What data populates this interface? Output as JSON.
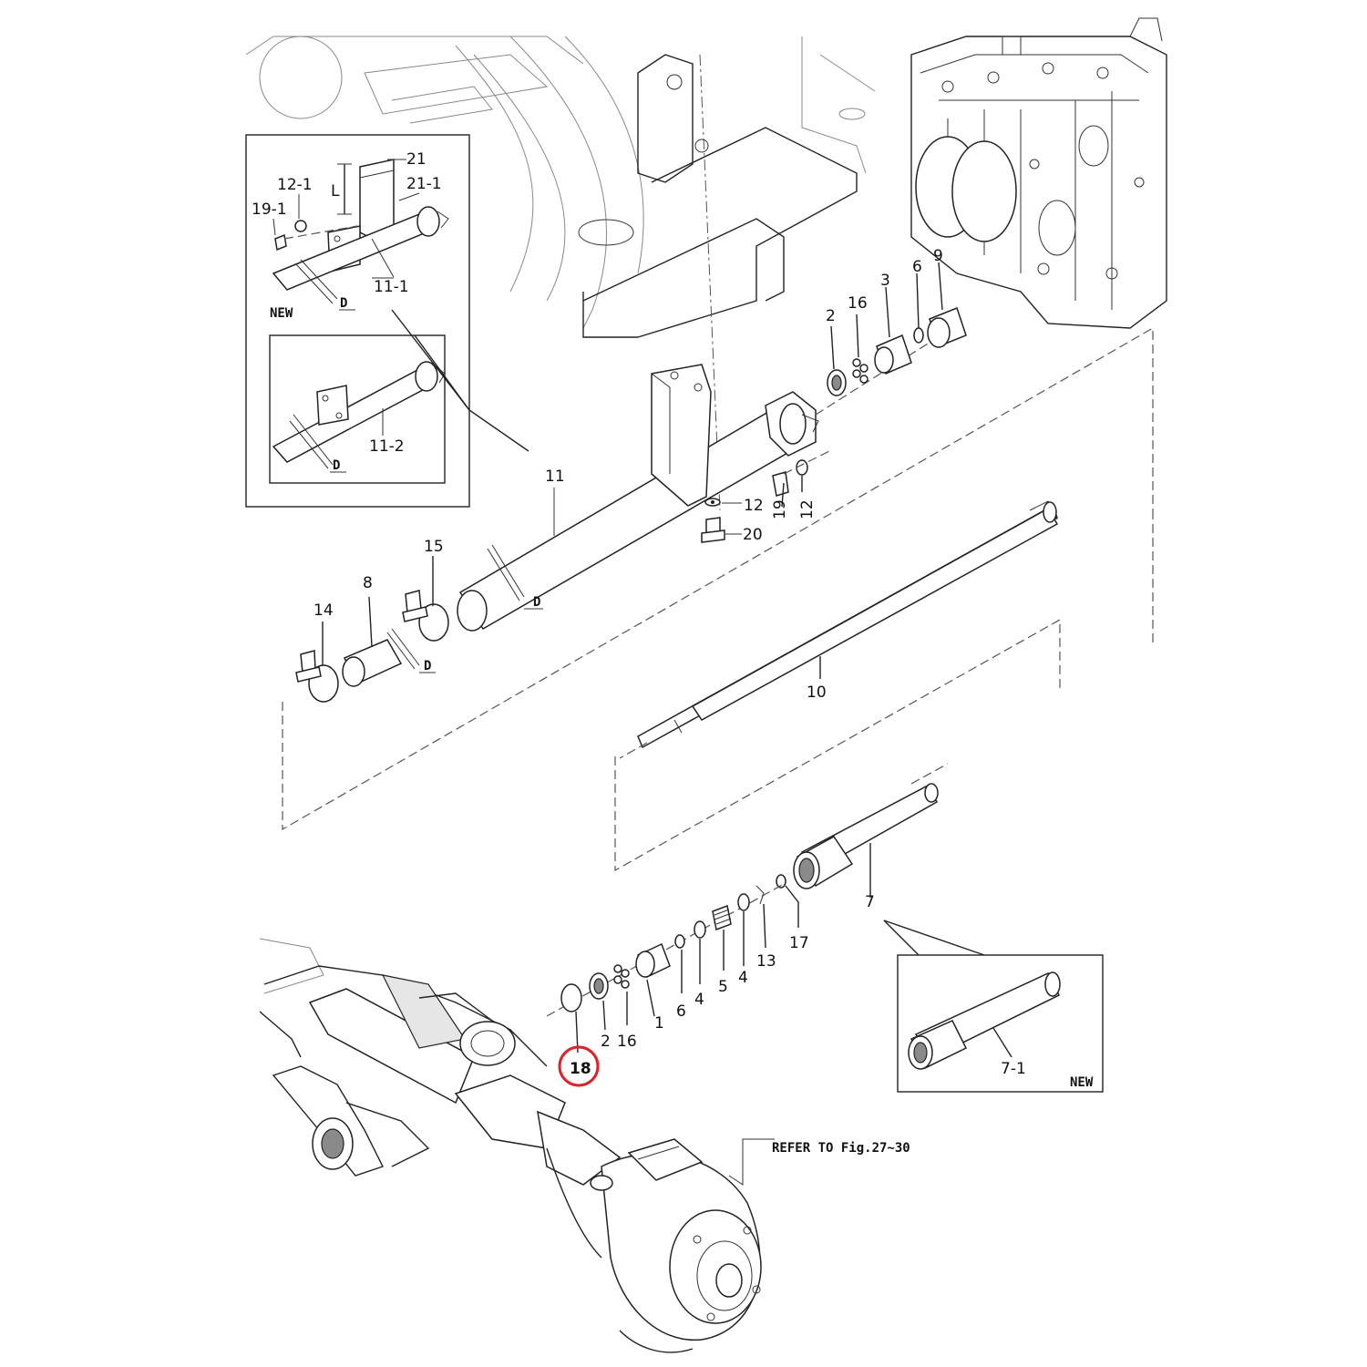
{
  "callouts": {
    "p21": "21",
    "p21_1": "21-1",
    "p12_1": "12-1",
    "p19_1": "19-1",
    "pL": "L",
    "pD_inset1": "D",
    "new_inset1": "NEW",
    "p11_1": "11-1",
    "p11_2": "11-2",
    "pD_inset2": "D",
    "p11": "11",
    "p2_top": "2",
    "p16_top": "16",
    "p3": "3",
    "p6_top": "6",
    "p9": "9",
    "p12_a": "12",
    "p12_b": "12",
    "p19": "19",
    "p20": "20",
    "p15": "15",
    "p14": "14",
    "p8": "8",
    "pD_tube": "D",
    "pD_hose": "D",
    "p10": "10",
    "p7": "7",
    "p17": "17",
    "p13": "13",
    "p4_a": "4",
    "p5": "5",
    "p4_b": "4",
    "p6_bot": "6",
    "p1": "1",
    "p16_bot": "16",
    "p2_bot": "2",
    "p18": "18",
    "p7_1": "7-1",
    "new_inset3": "NEW",
    "refer": "REFER TO Fig.27~30"
  },
  "highlight": {
    "part": "18",
    "color": "#e0202a"
  }
}
